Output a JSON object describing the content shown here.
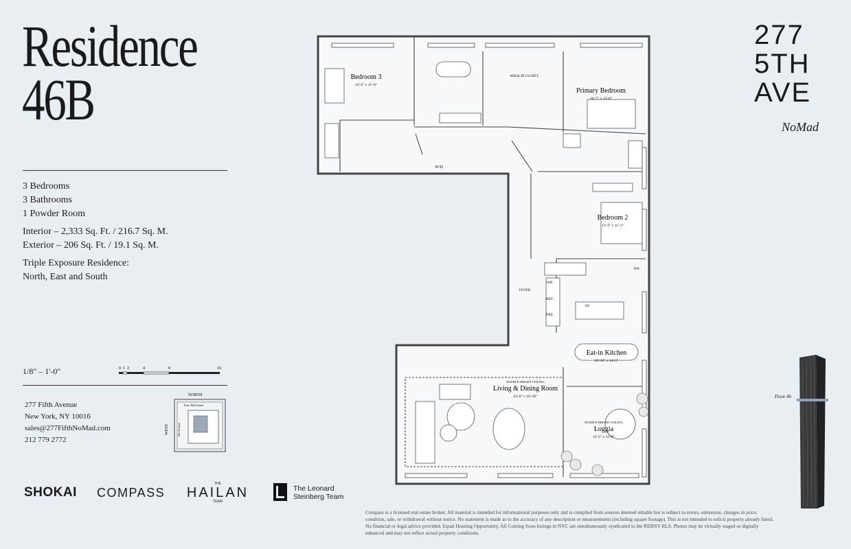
{
  "title_line1": "Residence",
  "title_line2": "46B",
  "specs": {
    "bedrooms": "3 Bedrooms",
    "bathrooms": "3 Bathrooms",
    "powder": "1 Powder Room",
    "interior": "Interior – 2,333 Sq. Ft. / 216.7 Sq. M.",
    "exterior": "Exterior – 206 Sq. Ft. / 19.1 Sq. M.",
    "exposure1": "Triple Exposure Residence:",
    "exposure2": "North, East and South"
  },
  "scale": {
    "label": "1/8\" – 1'-0\"",
    "ticks": [
      "0",
      "1",
      "2",
      "4",
      "8",
      "16"
    ]
  },
  "contact": {
    "address1": "277 Fifth Avenue",
    "address2": "New York, NY 10016",
    "email": "sales@277FifthNoMad.com",
    "phone": "212 779 2772"
  },
  "keyplan": {
    "north": "NORTH",
    "west": "WEST",
    "street": "East 30th Street",
    "avenue": "5th Avenue"
  },
  "brand": {
    "line1": "277",
    "line2": "5TH",
    "line3": "AVE",
    "neighborhood": "NoMad"
  },
  "logos": {
    "shokai": "SHOKAI",
    "compass": "COMPASS",
    "hailan_top": "THE",
    "hailan": "HAILAN",
    "hailan_bottom": "TEAM",
    "leonard_line1": "The Leonard",
    "leonard_line2": "Steinberg Team"
  },
  "floor_label": "Floor 46",
  "rooms": {
    "bedroom3": "Bedroom 3",
    "bedroom3_dim": "13'-2\" x 11'-0\"",
    "primary": "Primary Bedroom",
    "primary_dim": "14'-7\" x 13'-0\"",
    "walkin": "WALK-IN CLOSET",
    "wd": "W/D",
    "bedroom2": "Bedroom 2",
    "bedroom2_dim": "13'-9\" x 11'-2\"",
    "foyer": "FOYER",
    "wr": "WR",
    "ref": "REF",
    "frz": "FRZ",
    "dw": "DW",
    "so": "SO",
    "kitchen": "Eat-in Kitchen",
    "kitchen_dim": "16'-10\" x 14'-5\"",
    "dh1": "DOUBLE-HEIGHT CEILING",
    "living": "Living & Dining Room",
    "living_dim": "24'-8\" x 16'-10\"",
    "dh2": "DOUBLE-HEIGHT CEILING",
    "loggia": "Loggia",
    "loggia_dim": "13'-2\" x 12'-8\""
  },
  "disclaimer": "Compass is a licensed real estate broker. All material is intended for informational purposes only and is compiled from sources deemed reliable but is subject to errors, omissions, changes in price, condition, sale, or withdrawal without notice. No statement is made as to the accuracy of any description or measurements (including square footage). This is not intended to solicit property already listed. No financial or legal advice provided. Equal Housing Opportunity. All Coming Soon listings in NYC are simultaneously syndicated to the REBNY RLS. Photos may be virtually staged or digitally enhanced and may not reflect actual property conditions."
}
